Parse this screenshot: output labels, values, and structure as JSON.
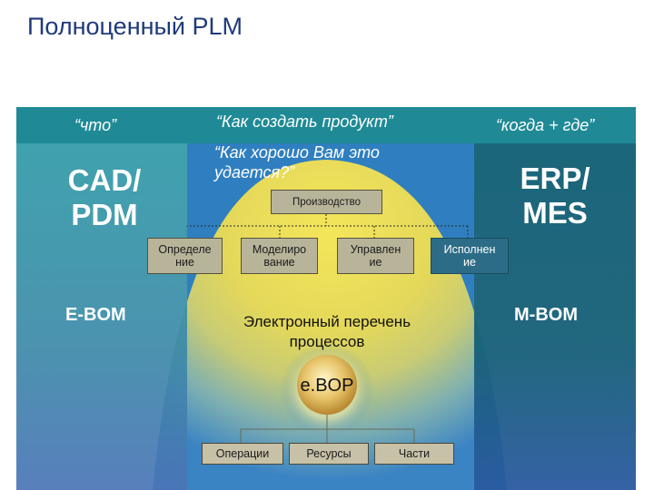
{
  "title": "Полноценный PLM",
  "questions": {
    "what": "“что”",
    "how_create": "“Как создать продукт”",
    "when_where": "“когда + где”",
    "how_well_1": "“Как хорошо Вам это",
    "how_well_2": "удается?”"
  },
  "left": {
    "line1": "CAD/",
    "line2": "PDM",
    "bom": "E-BOM"
  },
  "right": {
    "line1": "ERP/",
    "line2": "MES",
    "bom": "M-BOM"
  },
  "production": "Производство",
  "stages": [
    {
      "line1": "Определе",
      "line2": "ние"
    },
    {
      "line1": "Моделиро",
      "line2": "вание"
    },
    {
      "line1": "Управлен",
      "line2": "ие"
    },
    {
      "line1": "Исполнен",
      "line2": "ие"
    }
  ],
  "process_list": {
    "line1": "Электронный перечень",
    "line2": "процессов"
  },
  "ebop": "e.BOP",
  "buttons": [
    "Операции",
    "Ресурсы",
    "Части"
  ]
}
